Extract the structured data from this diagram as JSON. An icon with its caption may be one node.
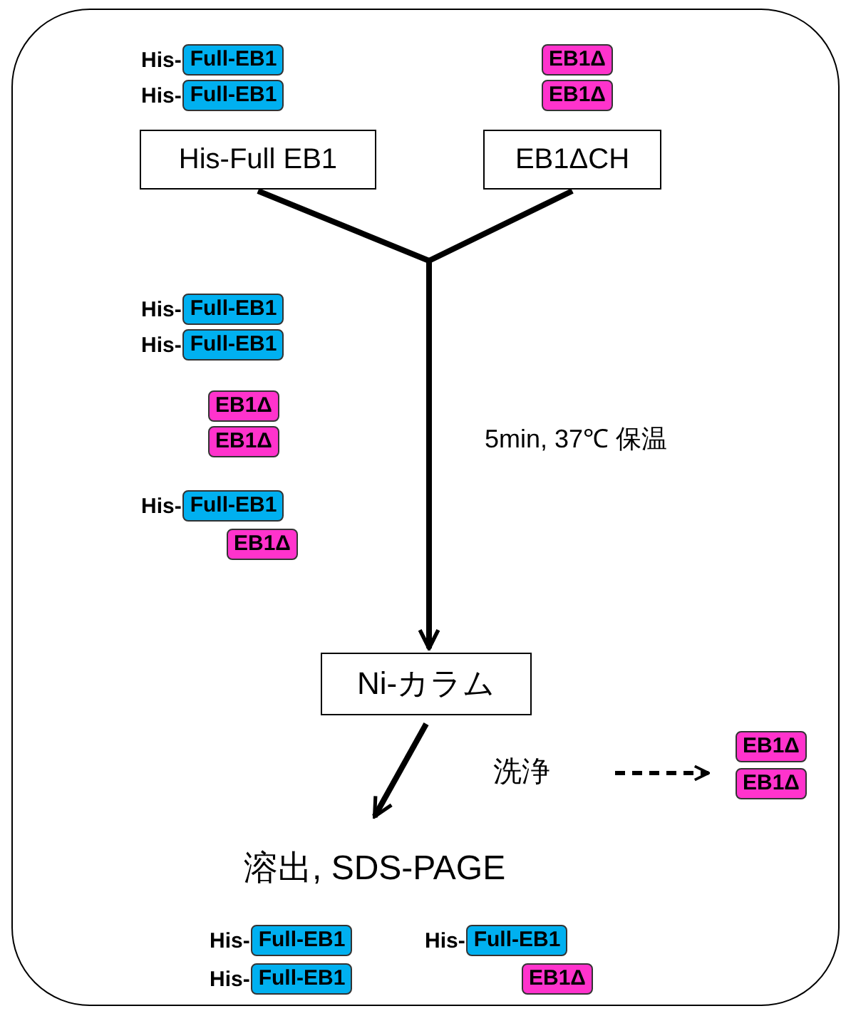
{
  "diagram": {
    "nodes": [
      {
        "text": [],
        "shape": "box"
      },
      {
        "text": [
          "Full-EB1"
        ],
        "beside": [
          "His-"
        ],
        "in": 0
      },
      {
        "text": [
          "EB1Δ"
        ],
        "in": 0
      },
      {
        "text": [
          "Full-EB1"
        ],
        "beside": [
          "His-"
        ],
        "in": 0
      },
      {
        "text": [
          "EB1Δ"
        ],
        "in": 0
      },
      {
        "text": [
          "His-Full EB1"
        ],
        "in": 0
      },
      {
        "text": [
          "EB1ΔCH"
        ],
        "in": 0
      },
      {
        "text": [
          "Full-EB1"
        ],
        "beside": [
          "His-"
        ],
        "in": 0
      },
      {
        "text": [
          "Full-EB1"
        ],
        "beside": [
          "His-"
        ],
        "in": 0
      },
      {
        "text": [
          "EB1Δ"
        ],
        "in": 0
      },
      {
        "text": [
          "EB1Δ"
        ],
        "in": 0
      },
      {
        "text": [
          "Full-EB1"
        ],
        "beside": [
          "His-"
        ],
        "in": 0
      },
      {
        "text": [
          "EB1Δ"
        ],
        "in": 0
      },
      {
        "text": [
          "Ni-カラム"
        ],
        "in": 0
      },
      {
        "text": [
          "洗浄"
        ],
        "in": 0
      },
      {
        "text": [
          "EB1Δ"
        ],
        "in": 0
      },
      {
        "text": [
          "EB1Δ"
        ],
        "in": 0
      },
      {
        "text": [
          "溶出, SDS-PAGE"
        ],
        "in": 0
      },
      {
        "text": [
          "Full-EB1"
        ],
        "beside": [
          "His-"
        ],
        "in": 0
      },
      {
        "text": [
          "Full-EB1"
        ],
        "beside": [
          "His-"
        ],
        "in": 0
      },
      {
        "text": [
          "Full-EB1"
        ],
        "beside": [
          "His-"
        ],
        "in": 0
      },
      {
        "text": [
          "EB1Δ"
        ],
        "in": 0
      }
    ],
    "edges": [
      {
        "from": 5,
        "to": 13,
        "arrow": "to"
      },
      {
        "from": 6,
        "to": 13,
        "arrow": "to"
      },
      {
        "from": 13,
        "to": 17,
        "arrow": "to"
      },
      {
        "from": 14,
        "to": 15,
        "arrow": "to",
        "style": "dashed"
      }
    ],
    "labels": [
      "5min, 37℃ 保温"
    ]
  }
}
